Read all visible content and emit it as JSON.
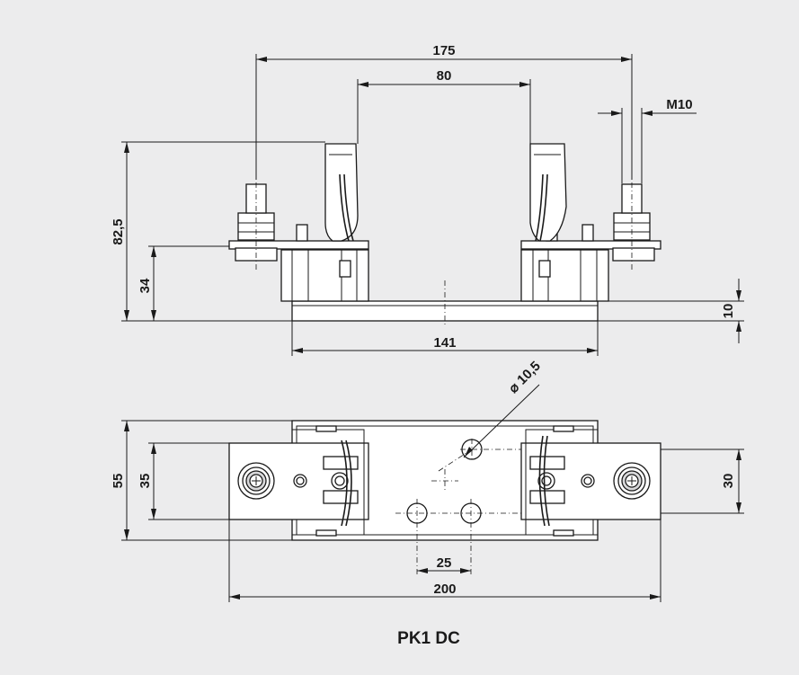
{
  "drawing": {
    "caption": "PK1 DC",
    "dimensions": {
      "overall_terminal_span": "175",
      "contact_span": "80",
      "thread": "M10",
      "total_height": "82,5",
      "terminal_height": "34",
      "base_thickness": "10",
      "base_length": "141",
      "hole_diameter": "10,5",
      "total_width": "55",
      "terminal_plate_width": "35",
      "hole_row_spacing": "30",
      "hole_pitch": "25",
      "total_length": "200"
    }
  }
}
